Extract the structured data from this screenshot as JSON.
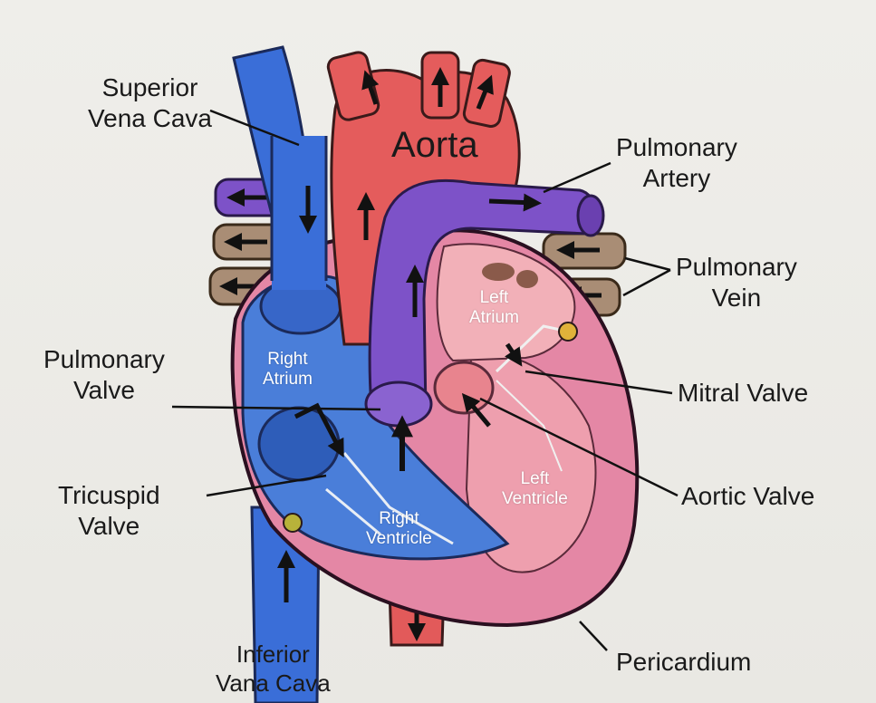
{
  "labels": {
    "superior_vena_cava": [
      "Superior",
      "Vena Cava"
    ],
    "aorta": "Aorta",
    "pulmonary_artery": [
      "Pulmonary",
      "Artery"
    ],
    "pulmonary_vein": [
      "Pulmonary",
      "Vein"
    ],
    "pulmonary_valve": [
      "Pulmonary",
      "Valve"
    ],
    "mitral_valve": "Mitral Valve",
    "tricuspid_valve": [
      "Tricuspid",
      "Valve"
    ],
    "aortic_valve": "Aortic Valve",
    "inferior_vena_cava": [
      "Inferior",
      "Vana Cava"
    ],
    "pericardium": "Pericardium"
  },
  "chambers": {
    "left_atrium": [
      "Left",
      "Atrium"
    ],
    "right_atrium": [
      "Right",
      "Atrium"
    ],
    "left_ventricle": [
      "Left",
      "Ventricle"
    ],
    "right_ventricle": [
      "Right",
      "Ventricle"
    ]
  },
  "colors": {
    "deoxygenated_blue": "#3f6fd6",
    "oxygenated_red": "#e0565a",
    "pulmonary_purple": "#7b4fc9",
    "pulmonary_vein_brown": "#a08872",
    "muscle_pink": "#e07a9a",
    "background": "#ecebe6"
  }
}
